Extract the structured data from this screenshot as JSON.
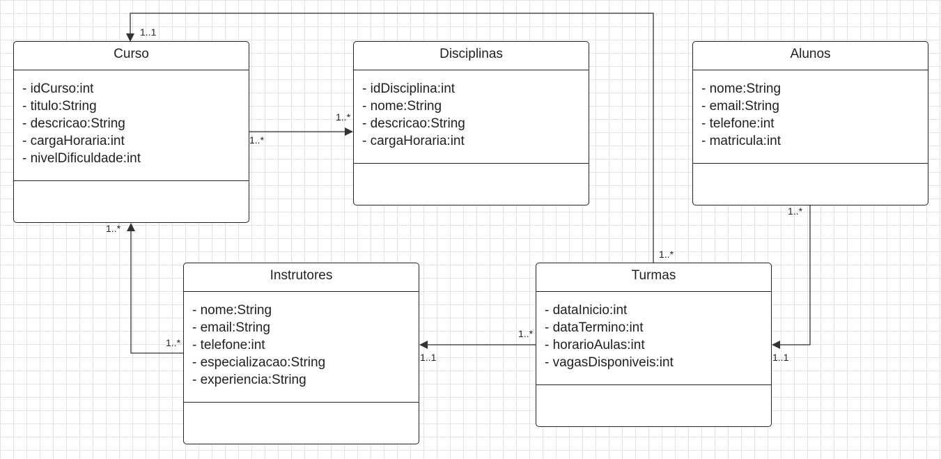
{
  "classes": {
    "curso": {
      "name": "Curso",
      "attributes": [
        "- idCurso:int",
        "- titulo:String",
        "- descricao:String",
        "- cargaHoraria:int",
        "- nivelDificuldade:int"
      ]
    },
    "disciplinas": {
      "name": "Disciplinas",
      "attributes": [
        "- idDisciplina:int",
        "- nome:String",
        "- descricao:String",
        "- cargaHoraria:int"
      ]
    },
    "alunos": {
      "name": "Alunos",
      "attributes": [
        "- nome:String",
        "- email:String",
        "- telefone:int",
        "- matricula:int"
      ]
    },
    "instrutores": {
      "name": "Instrutores",
      "attributes": [
        "- nome:String",
        "- email:String",
        "- telefone:int",
        "- especializacao:String",
        "- experiencia:String"
      ]
    },
    "turmas": {
      "name": "Turmas",
      "attributes": [
        "- dataInicio:int",
        "- dataTermino:int",
        "- horarioAulas:int",
        "- vagasDisponiveis:int"
      ]
    }
  },
  "associations": [
    {
      "from": "Turmas",
      "to": "Curso",
      "source_multiplicity": "1..*",
      "target_multiplicity": "1..1"
    },
    {
      "from": "Curso",
      "to": "Disciplinas",
      "source_multiplicity": "1..*",
      "target_multiplicity": "1..*"
    },
    {
      "from": "Instrutores",
      "to": "Curso",
      "source_multiplicity": "1..*",
      "target_multiplicity": "1..*"
    },
    {
      "from": "Turmas",
      "to": "Instrutores",
      "source_multiplicity": "1..*",
      "target_multiplicity": "1..1"
    },
    {
      "from": "Alunos",
      "to": "Turmas",
      "source_multiplicity": "1..*",
      "target_multiplicity": "1..1"
    }
  ],
  "colors": {
    "line": "#333333",
    "border": "#222222",
    "grid": "#e3e3e3",
    "background": "#ffffff"
  }
}
